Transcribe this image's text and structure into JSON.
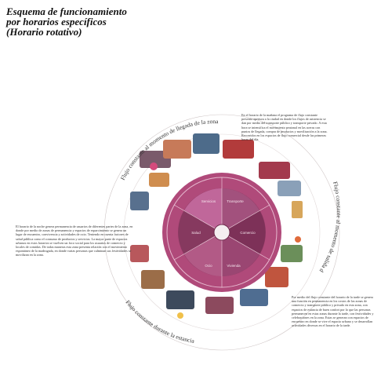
{
  "title": {
    "line1": "Esquema de funcionamiento",
    "line2": "por horarios específicos",
    "line3": "(Horario rotativo)"
  },
  "arc_labels": {
    "top": "Flujo constante al momento de llegada de la zona",
    "right": "Flujo constante al momento de salida de la zona",
    "bottom": "Flujo constante durante la estancia"
  },
  "notes": {
    "top_right": "En el horario de la mañana el programa de flujo constante presenta apertura a la ciudad en donde los flujos de asistencia se dan por medio del transporte público y transporte privado. A esta hora se intensifica el movimiento peatonal en las aceras con puntos de llegada, compra de productos y movilización a la zona. Recorridos en los espacios de flujo comercial desde las primeras horas del día.",
    "left": "El horario de la noche genera permanencia de usuarios de diferentes partes de la zona, en donde por medio de zonas de permanencia y espacios de esparcimiento se genera un lugar de encuentro, convivencia y actividades de ocio. Teniendo en cuenta factores de salud pública como el consumo de productos y servicios. La mayor parte de espacios urbanos en estos horarios se vuelven un foco social para los usuarios de comercio y locales de comidas. De todas maneras esta zona presenta relación con el movimiento espontáneo de la madrugada, en donde varias personas que culminan sus festividades se movilizan en la zona.",
    "bottom_right": "Por medio del flujo constante del horario de la tarde se genera una función en permanencia en los costos de las zonas de comercio y transporte público y privado en esta zona, con espacios de estancia de buen confort por lo que las personas permanecen en estas zonas durante la tarde, con festividades y celebraciones en la zona. Estas se generan con espacios de encuentro en donde se vive el espacio urbano y se desarrollan actividades diversas en el horario de la tarde."
  },
  "center_labels": [
    "Transporte",
    "Comercio",
    "Vivienda",
    "Ocio",
    "Salud",
    "Servicios"
  ],
  "colors": {
    "disk_outer": "#b04a7a",
    "disk_inner": "#8e3a64",
    "ring_light": "#e7dcd8",
    "ring_mid": "#d3c6c2",
    "hub": "#f4eef0"
  }
}
